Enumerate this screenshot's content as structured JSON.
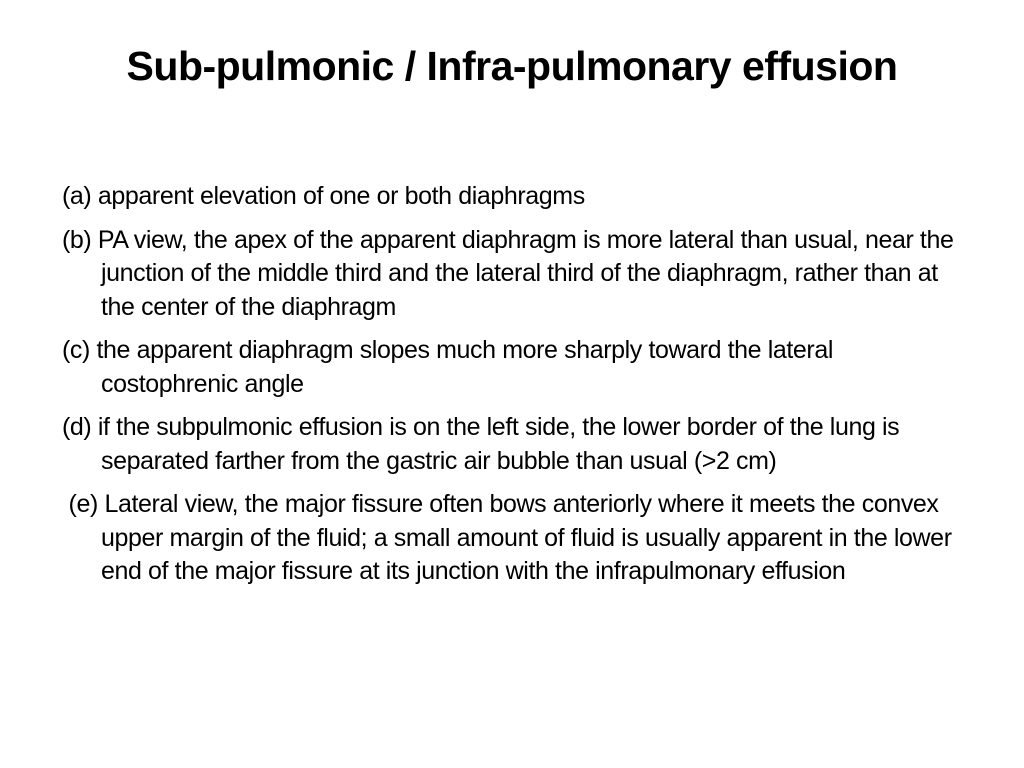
{
  "slide": {
    "title": "Sub-pulmonic / Infra-pulmonary effusion",
    "points": [
      "(a) apparent elevation of one or both diaphragms",
      "(b) PA view, the apex of the apparent diaphragm is more lateral than usual, near the junction of the middle third and the lateral third of the diaphragm, rather than at the center of the diaphragm",
      "(c) the apparent diaphragm slopes much more sharply toward the lateral costophrenic angle",
      "(d) if the subpulmonic effusion is on the left side, the lower border of the lung is separated farther from the gastric air bubble than usual (>2 cm)",
      " (e) Lateral view, the major fissure often bows anteriorly where it meets the convex upper margin of the fluid; a small amount of fluid is usually apparent in the lower end of the major fissure at its junction with the infrapulmonary effusion"
    ]
  }
}
